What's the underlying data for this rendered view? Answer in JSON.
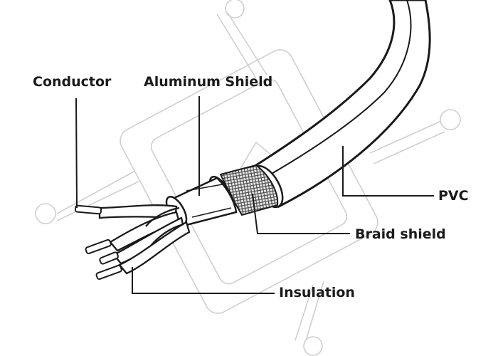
{
  "labels": {
    "conductor": "Conductor",
    "aluminum_shield": "Aluminum Shield",
    "pvc": "PVC",
    "braid_shield": "Braid shield",
    "insulation": "Insulation"
  },
  "colors": {
    "ink": "#1a1a1a",
    "watermark": "#cfcfcf",
    "cable_fill": "#ffffff",
    "braid": "#555555"
  }
}
